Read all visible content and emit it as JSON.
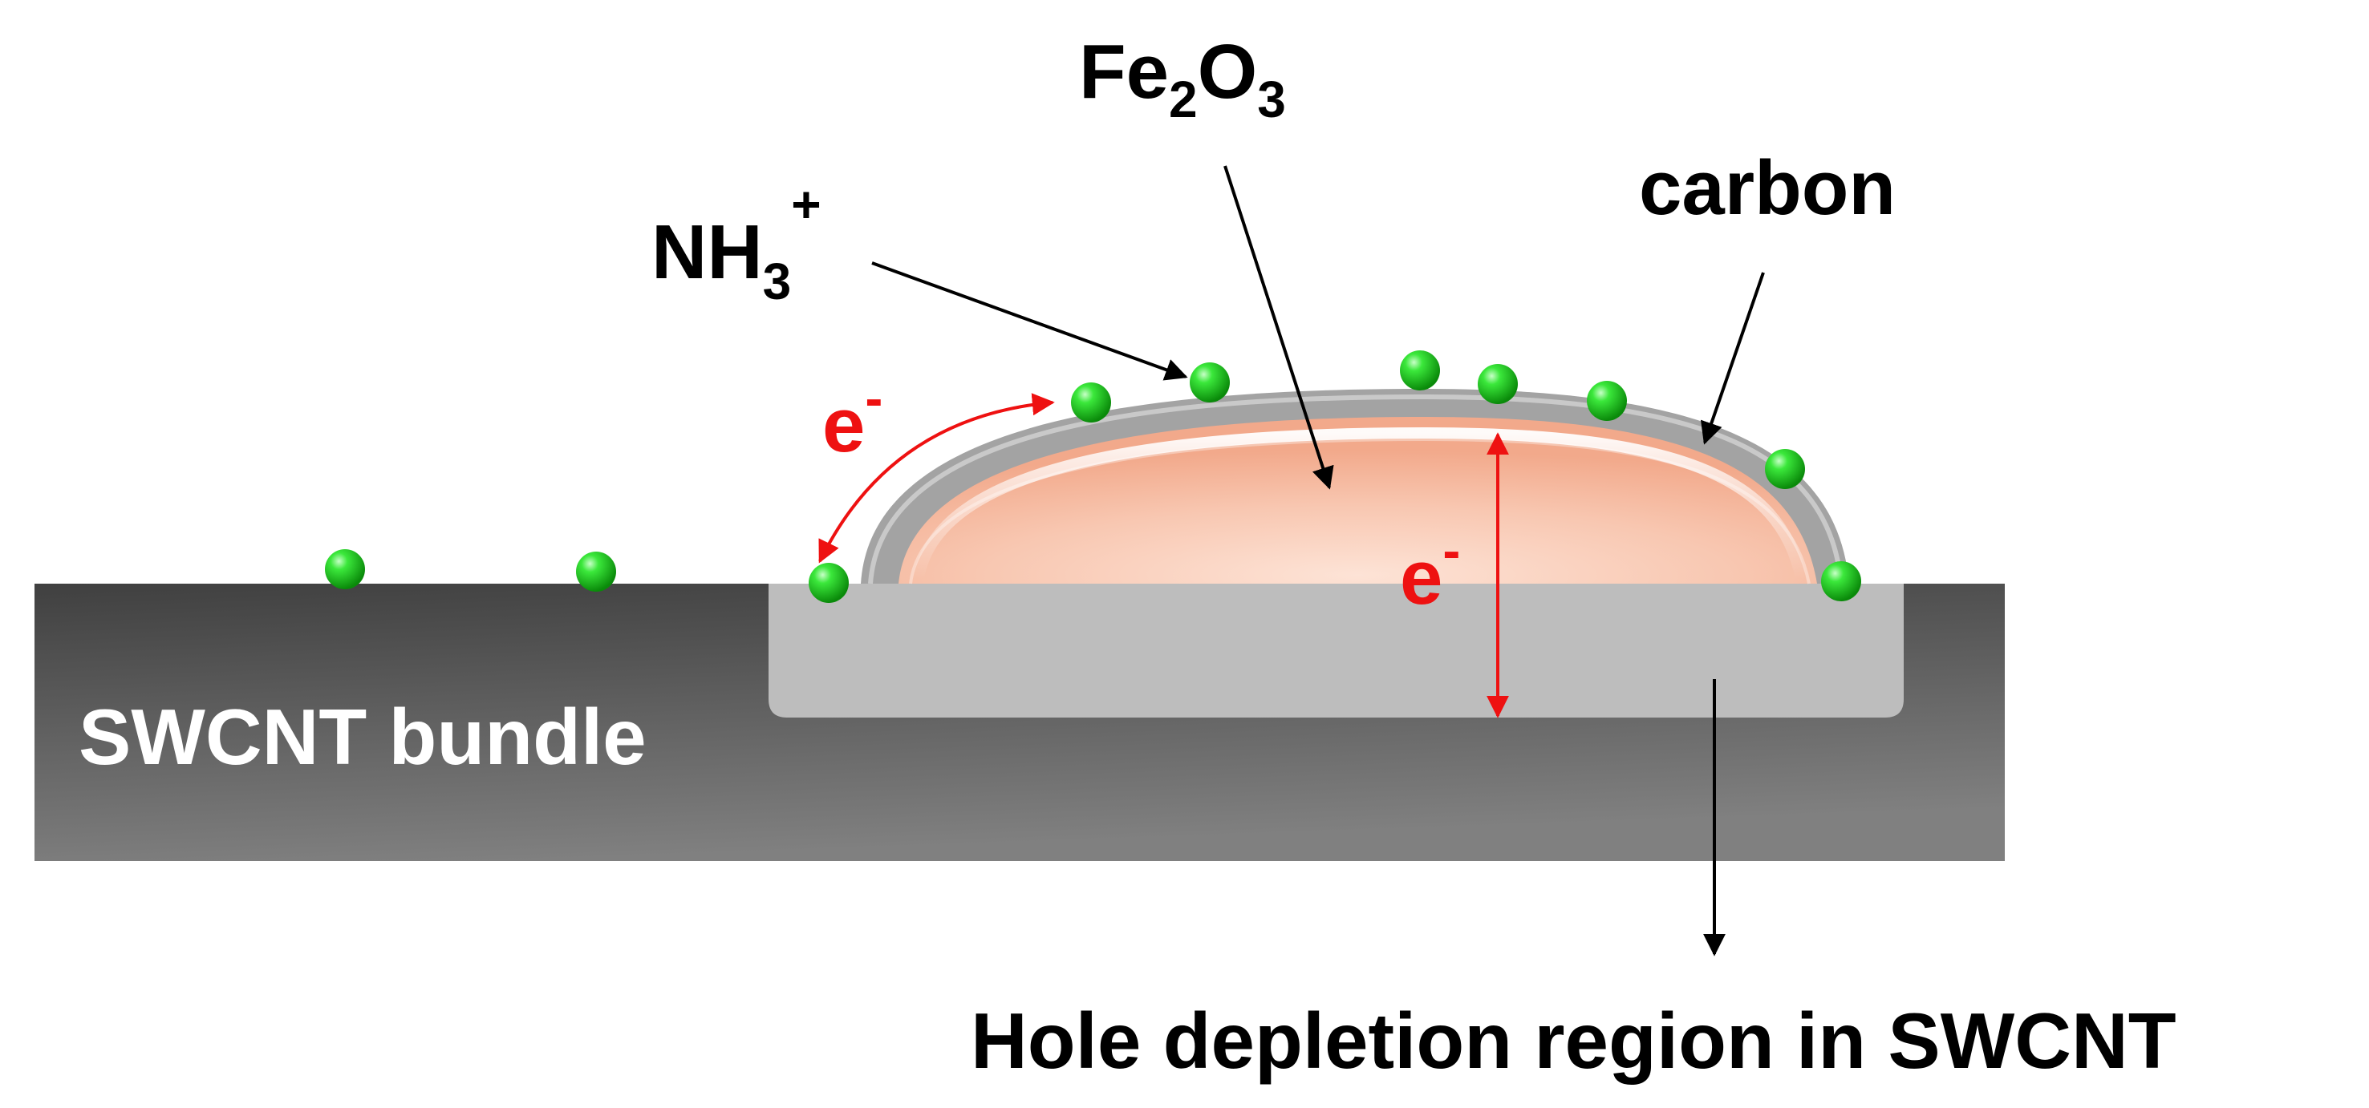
{
  "labels": {
    "fe2o3": {
      "main": "Fe",
      "sub1": "2",
      "mid": "O",
      "sub2": "3"
    },
    "carbon": "carbon",
    "nh3": {
      "main": "NH",
      "sub": "3",
      "sup": "+"
    },
    "electron_arc": {
      "main": "e",
      "sup": "-"
    },
    "electron_vertical": {
      "main": "e",
      "sup": "-"
    },
    "swcnt_bundle": "SWCNT bundle",
    "hole_depletion": "Hole depletion region in SWCNT"
  },
  "colors": {
    "swcnt_bundle_dark": "#444444",
    "swcnt_bundle_light": "#7d7d7d",
    "depletion_region": "#bdbdbd",
    "carbon_shell": "#a3a3a3",
    "fe2o3_core": "#f6b9a0",
    "nh3_molecule": "#19c419",
    "electron_arrow": "#ee1111",
    "pointer_arrow": "#000000"
  }
}
